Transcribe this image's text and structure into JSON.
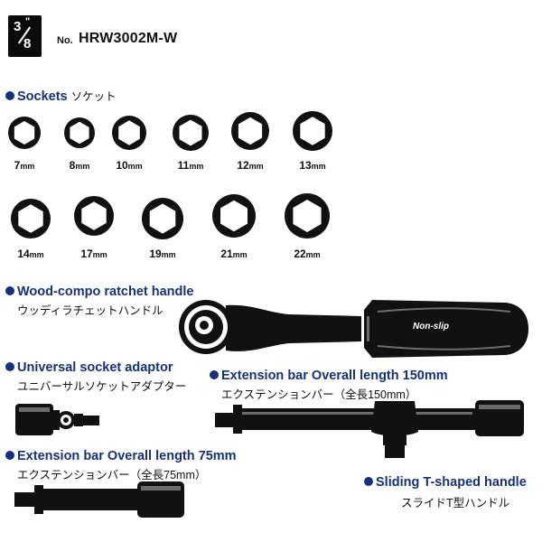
{
  "badge": {
    "numerator": "3",
    "mark": "\"",
    "denominator": "8"
  },
  "model": {
    "no_label": "No.",
    "number": "HRW3002M-W"
  },
  "sockets": {
    "heading": "Sockets",
    "heading_jp": "ソケット",
    "unit": "mm",
    "sizes": [
      "7",
      "8",
      "10",
      "11",
      "12",
      "13",
      "14",
      "17",
      "19",
      "21",
      "22"
    ]
  },
  "ratchet": {
    "heading": "Wood-compo ratchet handle",
    "heading_jp": "ウッディラチェットハンドル",
    "handle_text": "Non-slip"
  },
  "adaptor": {
    "heading": "Universal socket adaptor",
    "heading_jp": "ユニバーサルソケットアダプター"
  },
  "ext150": {
    "heading": "Extension bar Overall length 150mm",
    "heading_jp": "エクステンションバー（全長150mm）"
  },
  "ext75": {
    "heading": "Extension bar Overall length 75mm",
    "heading_jp": "エクステンションバー（全長75mm）"
  },
  "tbar": {
    "heading": "Sliding T-shaped handle",
    "heading_jp": "スライドT型ハンドル"
  },
  "colors": {
    "accent": "#16307a",
    "ink": "#0b0b0b"
  }
}
